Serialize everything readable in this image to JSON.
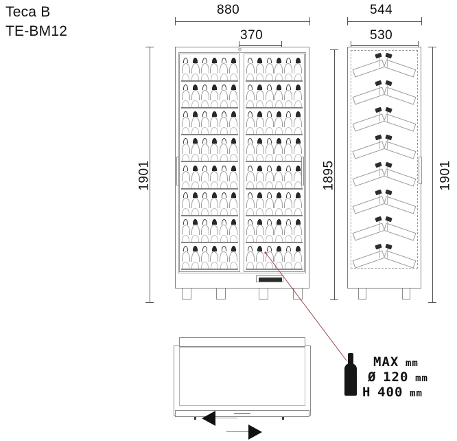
{
  "title": {
    "line1": "Teca B",
    "line2": "TE-BM12"
  },
  "dimensions": {
    "front_width": "880",
    "front_door_width": "370",
    "front_height": "1901",
    "side_width": "544",
    "side_inner_width": "530",
    "side_inner_height": "1895",
    "side_height": "1901"
  },
  "callout": {
    "line1_bold": "MAX",
    "line1_unit": "mm",
    "line2_symbol": "Ø",
    "line2_value": "120",
    "line2_unit": "mm",
    "line3_symbol": "H",
    "line3_value": "400",
    "line3_unit": "mm",
    "leader_color": "#9b4a4a",
    "icon": "wine-bottle-icon"
  },
  "front_view": {
    "shelf_rows": 8,
    "columns": 2,
    "bottles_per_row": 6,
    "doors": 2,
    "feet": 4,
    "control_panel": "display-panel"
  },
  "side_view": {
    "racks": 8,
    "feet": 2,
    "handle": "door-handle"
  },
  "top_view": {
    "arrow_left": "door-swing-left-arrow",
    "arrow_right": "door-swing-right-arrow",
    "feet": 2
  },
  "colors": {
    "line": "#808080",
    "text": "#111111",
    "bottle": "#161616",
    "leader": "#9b4a4a"
  }
}
